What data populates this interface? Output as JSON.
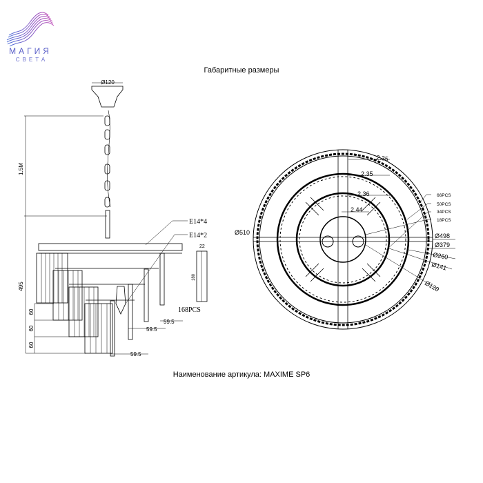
{
  "logo": {
    "title": "МАГИЯ",
    "subtitle": "СВЕТА"
  },
  "header": {
    "title": "Габаритные размеры"
  },
  "footer": {
    "article": "Наименование артикула: MAXIME SP6"
  },
  "side_view": {
    "canopy_diameter": "Ø120",
    "chain_length": "1.5M",
    "height": "495",
    "lamp_upper": "E14*4",
    "lamp_lower": "E14*2",
    "tier_steps": [
      "60",
      "60",
      "60"
    ],
    "offsets": [
      "59.5",
      "59.5",
      "59.5"
    ],
    "crystal": {
      "width": "22",
      "length": "180",
      "count": "168PCS"
    }
  },
  "top_view": {
    "overall_diameter": "Ø510",
    "gaps": [
      "2.35",
      "2.35",
      "2.36",
      "2.44"
    ],
    "crystal_counts": [
      "66PCS",
      "50PCS",
      "34PCS",
      "18PCS"
    ],
    "ring_diameters": [
      "Ø498",
      "Ø379",
      "Ø260",
      "Ø141",
      "Ø120"
    ]
  }
}
